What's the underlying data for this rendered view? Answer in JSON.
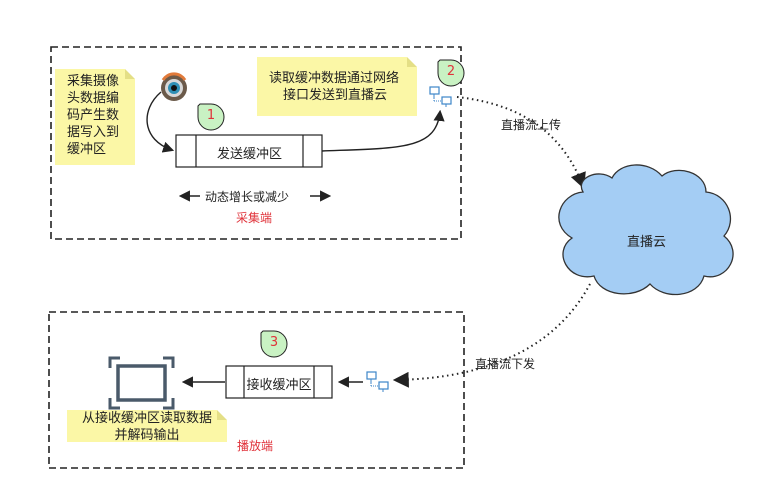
{
  "capture": {
    "section_label": "采集端",
    "note_lines": [
      "采集摄像",
      "头数据编",
      "码产生数",
      "据写入到",
      "缓冲区"
    ],
    "send_buffer": "发送缓冲区",
    "dynamic_label": "动态增长或减少",
    "network_note_lines": [
      "读取缓冲数据通过网络",
      "接口发送到直播云"
    ],
    "step_one": "1",
    "step_two": "2"
  },
  "cloud": {
    "label": "直播云",
    "upload_label": "直播流上传",
    "download_label": "直播流下发"
  },
  "player": {
    "section_label": "播放端",
    "receive_buffer": "接收缓冲区",
    "note_lines": [
      "从接收缓冲区读取数据",
      "并解码输出"
    ],
    "step_three": "3"
  },
  "colors": {
    "note_bg": "#fbf7a6",
    "badge_bg": "#c9f2c3",
    "badge_text": "#e0323a",
    "cloud_fill": "#a4cdf4",
    "cloud_stroke": "#333333",
    "section_label": "#e0323a"
  },
  "icons": [
    "camera-icon",
    "network-icon",
    "screen-icon",
    "cloud-icon"
  ]
}
